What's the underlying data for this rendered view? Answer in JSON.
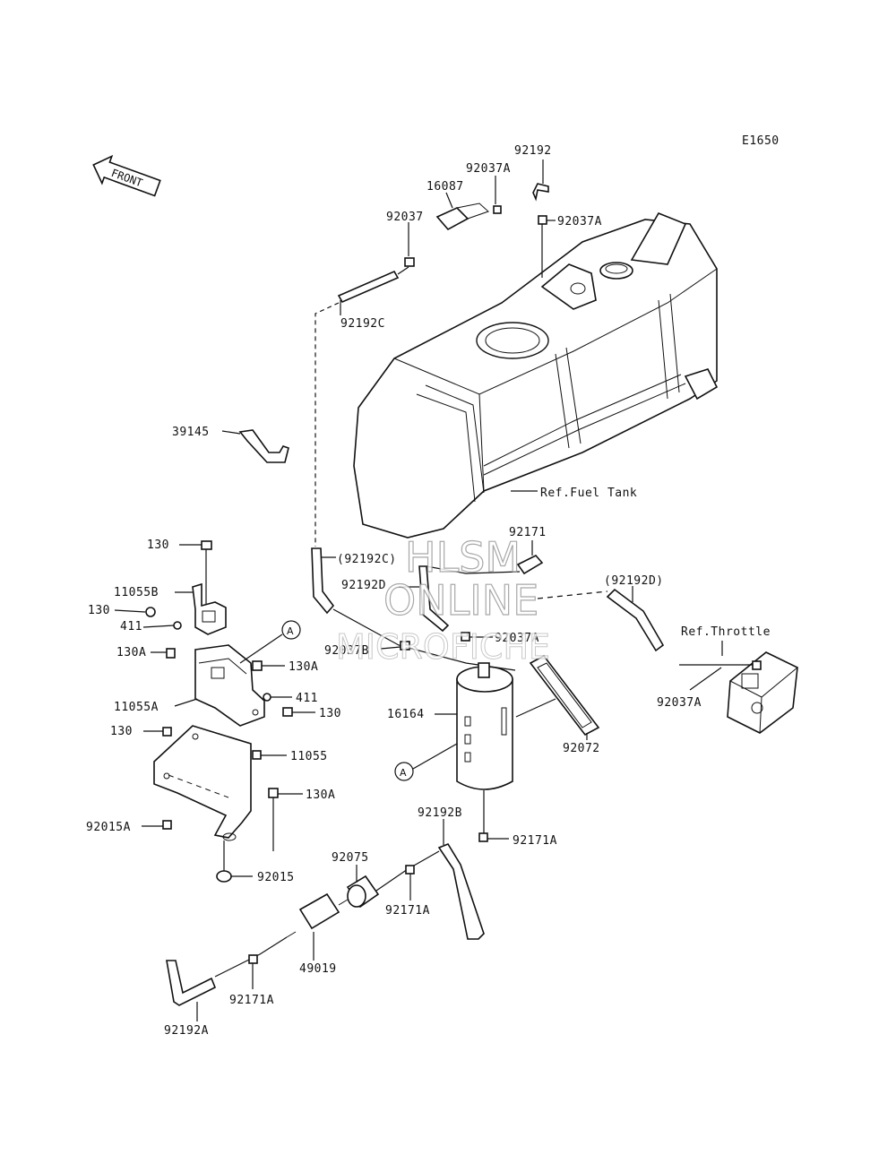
{
  "diagram_code": "E1650",
  "front_label": "FRONT",
  "callout_letter": "A",
  "watermark": [
    "HLSM",
    "ONLINE",
    "MICROFICHE"
  ],
  "parts": [
    {
      "id": "p92192",
      "label": "92192"
    },
    {
      "id": "p92037A_1",
      "label": "92037A"
    },
    {
      "id": "p16087",
      "label": "16087"
    },
    {
      "id": "p92037",
      "label": "92037"
    },
    {
      "id": "p92037A_2",
      "label": "92037A"
    },
    {
      "id": "p92192C",
      "label": "92192C"
    },
    {
      "id": "p39145",
      "label": "39145"
    },
    {
      "id": "p92171",
      "label": "92171"
    },
    {
      "id": "p92192C_ref",
      "label": "(92192C)"
    },
    {
      "id": "p92192D",
      "label": "92192D"
    },
    {
      "id": "p92192D_ref",
      "label": "(92192D)"
    },
    {
      "id": "p92037B",
      "label": "92037B"
    },
    {
      "id": "p92037A_3",
      "label": "92037A"
    },
    {
      "id": "p92037A_4",
      "label": "92037A"
    },
    {
      "id": "p16164",
      "label": "16164"
    },
    {
      "id": "p92072",
      "label": "92072"
    },
    {
      "id": "p130_1",
      "label": "130"
    },
    {
      "id": "p11055B",
      "label": "11055B"
    },
    {
      "id": "p130_2",
      "label": "130"
    },
    {
      "id": "p411_1",
      "label": "411"
    },
    {
      "id": "p130A_1",
      "label": "130A"
    },
    {
      "id": "p130A_2",
      "label": "130A"
    },
    {
      "id": "p411_2",
      "label": "411"
    },
    {
      "id": "p11055A",
      "label": "11055A"
    },
    {
      "id": "p130_3",
      "label": "130"
    },
    {
      "id": "p130_4",
      "label": "130"
    },
    {
      "id": "p11055",
      "label": "11055"
    },
    {
      "id": "p130A_3",
      "label": "130A"
    },
    {
      "id": "p92015A",
      "label": "92015A"
    },
    {
      "id": "p92015",
      "label": "92015"
    },
    {
      "id": "p92192B",
      "label": "92192B"
    },
    {
      "id": "p92171A_1",
      "label": "92171A"
    },
    {
      "id": "p92075",
      "label": "92075"
    },
    {
      "id": "p92171A_2",
      "label": "92171A"
    },
    {
      "id": "p49019",
      "label": "49019"
    },
    {
      "id": "p92171A_3",
      "label": "92171A"
    },
    {
      "id": "p92192A",
      "label": "92192A"
    }
  ],
  "references": {
    "fuel_tank": "Ref.Fuel Tank",
    "throttle": "Ref.Throttle"
  }
}
